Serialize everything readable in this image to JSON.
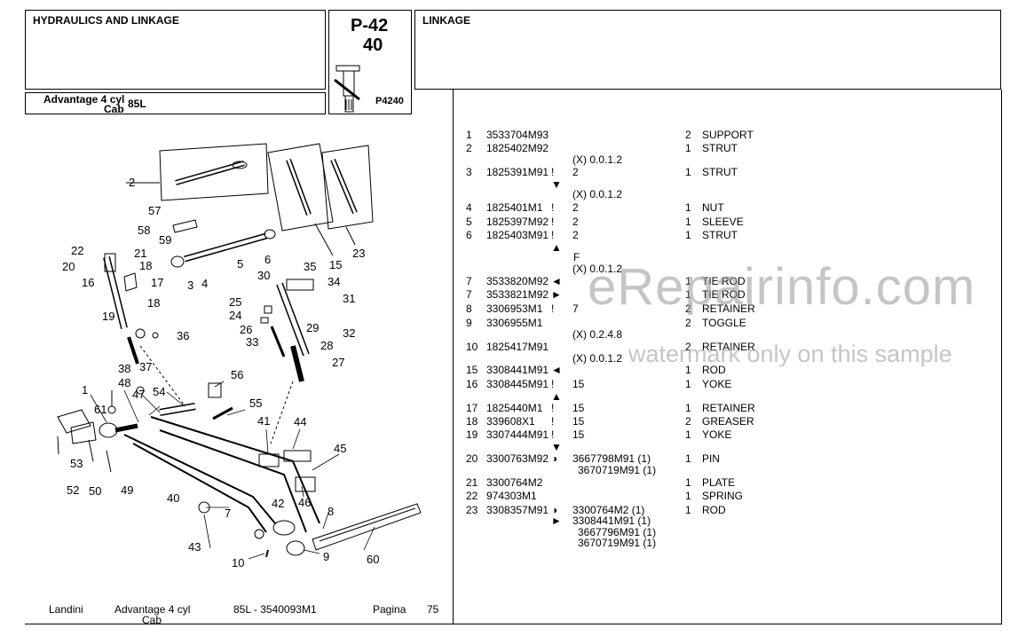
{
  "header": {
    "section": "HYDRAULICS AND LINKAGE",
    "model": "Advantage 4 cyl",
    "cab": "Cab",
    "variant": "85L",
    "page_code": "P-42",
    "page_sub": "40",
    "figure_code": "P4240",
    "group_title": "LINKAGE"
  },
  "parts": [
    {
      "ref": "1",
      "part": "3533704M93",
      "mark": "",
      "note": "",
      "qty": "2",
      "desc": "SUPPORT"
    },
    {
      "ref": "2",
      "part": "1825402M92",
      "mark": "",
      "note": "",
      "qty": "1",
      "desc": "STRUT"
    },
    {
      "ref": "",
      "part": "",
      "mark": "",
      "note": "(X) 0.0.1.2",
      "qty": "",
      "desc": ""
    },
    {
      "ref": "3",
      "part": "1825391M91",
      "mark": "!",
      "note": "2",
      "qty": "1",
      "desc": "STRUT"
    },
    {
      "ref": "",
      "part": "",
      "mark": "",
      "note": "▼",
      "qty": "",
      "desc": ""
    },
    {
      "ref": "",
      "part": "",
      "mark": "",
      "note": "(X) 0.0.1.2",
      "qty": "",
      "desc": ""
    },
    {
      "ref": "4",
      "part": "1825401M1",
      "mark": "!",
      "note": "2",
      "qty": "1",
      "desc": "NUT"
    },
    {
      "ref": "5",
      "part": "1825397M92",
      "mark": "!",
      "note": "2",
      "qty": "1",
      "desc": "SLEEVE"
    },
    {
      "ref": "6",
      "part": "1825403M91",
      "mark": "!",
      "note": "2",
      "qty": "1",
      "desc": "STRUT"
    },
    {
      "ref": "",
      "part": "",
      "mark": "",
      "note": "▲",
      "qty": "",
      "desc": ""
    },
    {
      "ref": "",
      "part": "",
      "mark": "",
      "note": "F",
      "qty": "",
      "desc": ""
    },
    {
      "ref": "",
      "part": "",
      "mark": "",
      "note": "(X) 0.0.1.2",
      "qty": "",
      "desc": ""
    },
    {
      "ref": "7",
      "part": "3533820M92",
      "mark": "◄",
      "note": "",
      "qty": "1",
      "desc": "TIE ROD"
    },
    {
      "ref": "7",
      "part": "3533821M92",
      "mark": "►",
      "note": "",
      "qty": "1",
      "desc": "TIE ROD"
    },
    {
      "ref": "8",
      "part": "3306953M1",
      "mark": "!",
      "note": "7",
      "qty": "2",
      "desc": "RETAINER"
    },
    {
      "ref": "9",
      "part": "3306955M1",
      "mark": "",
      "note": "",
      "qty": "2",
      "desc": "TOGGLE"
    },
    {
      "ref": "",
      "part": "",
      "mark": "",
      "note": "(X) 0.2.4.8",
      "qty": "",
      "desc": ""
    },
    {
      "ref": "10",
      "part": "1825417M91",
      "mark": "",
      "note": "",
      "qty": "2",
      "desc": "RETAINER"
    },
    {
      "ref": "",
      "part": "",
      "mark": "",
      "note": "(X) 0.0.1.2",
      "qty": "",
      "desc": ""
    },
    {
      "ref": "15",
      "part": "3308441M91",
      "mark": "◄",
      "note": "",
      "qty": "1",
      "desc": "ROD"
    },
    {
      "ref": "16",
      "part": "3308445M91",
      "mark": "!",
      "note": "15",
      "qty": "1",
      "desc": "YOKE"
    },
    {
      "ref": "",
      "part": "",
      "mark": "",
      "note": "▲",
      "qty": "",
      "desc": ""
    },
    {
      "ref": "17",
      "part": "1825440M1",
      "mark": "!",
      "note": "15",
      "qty": "1",
      "desc": "RETAINER"
    },
    {
      "ref": "18",
      "part": "339608X1",
      "mark": "!",
      "note": "15",
      "qty": "2",
      "desc": "GREASER"
    },
    {
      "ref": "19",
      "part": "3307444M91",
      "mark": "!",
      "note": "15",
      "qty": "1",
      "desc": "YOKE"
    },
    {
      "ref": "",
      "part": "",
      "mark": "",
      "note": "▼",
      "qty": "",
      "desc": ""
    },
    {
      "ref": "20",
      "part": "3300763M92",
      "mark": "◑",
      "note": "3667798M91  (1)",
      "qty": "1",
      "desc": "PIN"
    },
    {
      "ref": "",
      "part": "",
      "mark": "",
      "note": "3670719M91  (1)",
      "qty": "",
      "desc": ""
    },
    {
      "ref": "21",
      "part": "3300764M2",
      "mark": "",
      "note": "",
      "qty": "1",
      "desc": "PLATE"
    },
    {
      "ref": "22",
      "part": "974303M1",
      "mark": "",
      "note": "",
      "qty": "1",
      "desc": "SPRING"
    },
    {
      "ref": "23",
      "part": "3308357M91",
      "mark": "◑",
      "note": "3300764M2  (1)",
      "qty": "1",
      "desc": "ROD"
    },
    {
      "ref": "",
      "part": "",
      "mark": "►",
      "note": "3308441M91  (1)",
      "qty": "",
      "desc": ""
    },
    {
      "ref": "",
      "part": "",
      "mark": "",
      "note": "3667796M91  (1)",
      "qty": "",
      "desc": ""
    },
    {
      "ref": "",
      "part": "",
      "mark": "",
      "note": "3670719M91  (1)",
      "qty": "",
      "desc": ""
    }
  ],
  "watermark": {
    "main": "eRepairinfo.com",
    "sub": "watermark only on this sample"
  },
  "diagram_callouts": [
    "1",
    "2",
    "3",
    "4",
    "5",
    "6",
    "7",
    "8",
    "9",
    "10",
    "15",
    "16",
    "17",
    "18",
    "19",
    "20",
    "21",
    "22",
    "23",
    "24",
    "25",
    "26",
    "27",
    "28",
    "29",
    "30",
    "31",
    "32",
    "33",
    "34",
    "35",
    "36",
    "37",
    "38",
    "40",
    "41",
    "42",
    "43",
    "44",
    "45",
    "46",
    "47",
    "48",
    "49",
    "50",
    "52",
    "53",
    "54",
    "55",
    "56",
    "57",
    "58",
    "59",
    "60",
    "61"
  ],
  "footer": {
    "brand": "Landini",
    "model": "Advantage 4 cyl",
    "cab": "Cab",
    "code": "85L - 3540093M1",
    "page_label": "Pagina",
    "page_number": "75"
  }
}
